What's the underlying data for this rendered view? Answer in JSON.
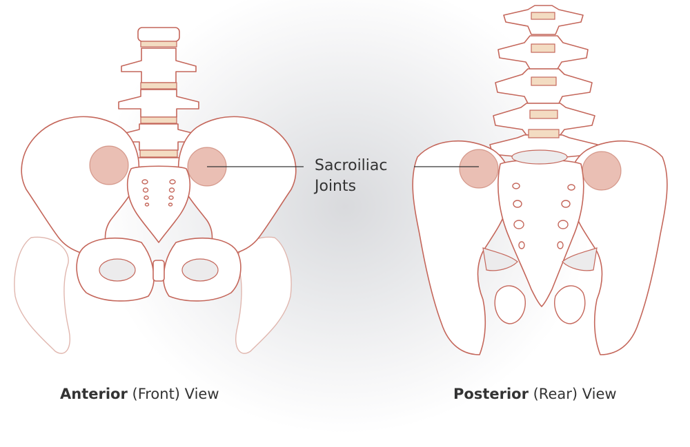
{
  "callout": {
    "line1": "Sacroiliac",
    "line2": "Joints"
  },
  "captions": {
    "anterior": {
      "bold": "Anterior",
      "rest": " (Front) View"
    },
    "posterior": {
      "bold": "Posterior",
      "rest": " (Rear) View"
    }
  },
  "colors": {
    "bone_outline": "#c4665a",
    "joint_highlight": "#d98b76",
    "disc": "#f3dcc2",
    "text": "#333333"
  }
}
